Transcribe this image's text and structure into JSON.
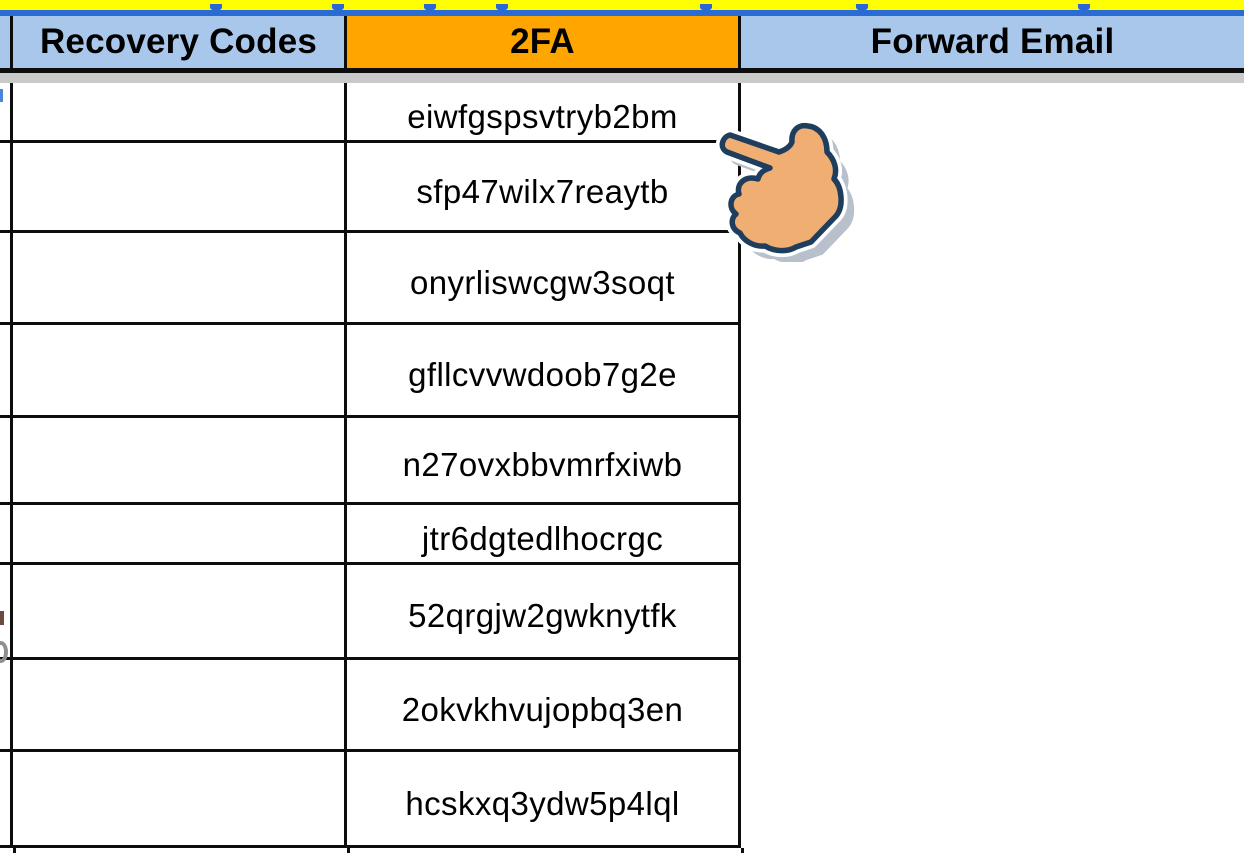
{
  "header": {
    "columns": [
      {
        "id": "recovery_codes",
        "label": "Recovery Codes",
        "bg": "#A9C7EA"
      },
      {
        "id": "two_fa",
        "label": "2FA",
        "bg": "#FFA500"
      },
      {
        "id": "forward_email",
        "label": "Forward Email",
        "bg": "#A9C7EA"
      }
    ]
  },
  "table": {
    "rows": [
      {
        "recovery_code": "",
        "two_fa": "eiwfgspsvtryb2bm",
        "forward_email": ""
      },
      {
        "recovery_code": "",
        "two_fa": "sfp47wilx7reaytb",
        "forward_email": ""
      },
      {
        "recovery_code": "",
        "two_fa": "onyrliswcgw3soqt",
        "forward_email": ""
      },
      {
        "recovery_code": "",
        "two_fa": "gfllcvvwdoob7g2e",
        "forward_email": ""
      },
      {
        "recovery_code": "",
        "two_fa": "n27ovxbbvmrfxiwb",
        "forward_email": ""
      },
      {
        "recovery_code": "",
        "two_fa": "jtr6dgtedlhocrgc",
        "forward_email": ""
      },
      {
        "recovery_code": "",
        "two_fa": "52qrgjw2gwknytfk",
        "forward_email": ""
      },
      {
        "recovery_code": "",
        "two_fa": "2okvkhvujopbq3en",
        "forward_email": ""
      },
      {
        "recovery_code": "",
        "two_fa": "hcskxq3ydw5p4lql",
        "forward_email": ""
      }
    ]
  },
  "cursor": {
    "name": "pointing-hand-cursor",
    "points_at": "eiwfgspsvtryb2bm"
  },
  "colors": {
    "banner_yellow": "#FFFF00",
    "divider_blue": "#2A6BD4",
    "header_blue": "#A9C7EA",
    "header_orange": "#FFA500",
    "separator_gray": "#CACACA",
    "grid_border": "#0d0d0d",
    "hand_fill": "#F0AE72",
    "hand_outline": "#1F3E5E",
    "hand_shadow": "#B7C0CB"
  }
}
